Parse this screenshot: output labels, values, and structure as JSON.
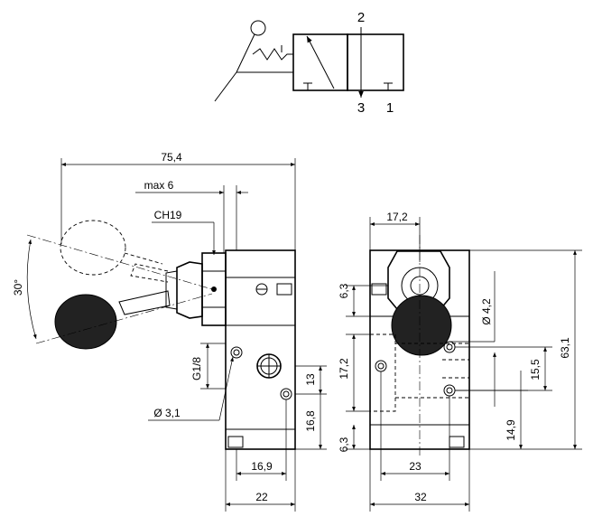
{
  "symbol": {
    "port_labels": [
      "2",
      "3",
      "1"
    ]
  },
  "side_view": {
    "dims": {
      "overall_length": "75,4",
      "max_stroke": "max 6",
      "hex": "CH19",
      "angle": "30°",
      "port_thread": "G1/8",
      "hole_dia": "Ø 3,1",
      "height_13": "13",
      "height_16_8": "16,8",
      "width_16_9": "16,9",
      "width_22": "22"
    }
  },
  "front_view": {
    "dims": {
      "offset_17_2_top": "17,2",
      "left_6_3_top": "6,3",
      "left_17_2": "17,2",
      "left_6_3_bottom": "6,3",
      "dia_4_2": "Ø 4,2",
      "height_63_1": "63,1",
      "height_15_5": "15,5",
      "height_14_9": "14,9",
      "width_23": "23",
      "width_32": "32"
    }
  }
}
